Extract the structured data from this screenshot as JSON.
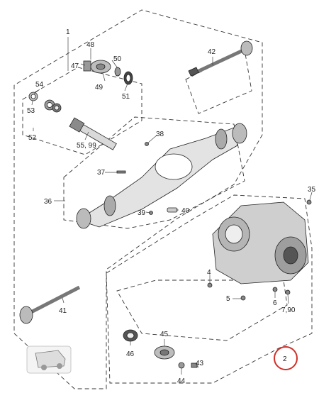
{
  "callouts": {
    "c1": "1",
    "c2": "2",
    "c4": "4",
    "c5": "5",
    "c6": "6",
    "c790": "7,90",
    "c35": "35",
    "c36": "36",
    "c37": "37",
    "c38": "38",
    "c39": "39",
    "c40": "40",
    "c41": "41",
    "c42": "42",
    "c43": "43",
    "c44": "44",
    "c45": "45",
    "c46": "46",
    "c47": "47",
    "c48": "48",
    "c49": "49",
    "c50": "50",
    "c51": "51",
    "c52": "52",
    "c53": "53",
    "c54": "54",
    "c5599": "55, 99"
  },
  "colors": {
    "highlight_circle": "#d0302a",
    "line": "#333333",
    "part_fill": "#d9d9d9",
    "part_dark": "#8a8a8a"
  }
}
